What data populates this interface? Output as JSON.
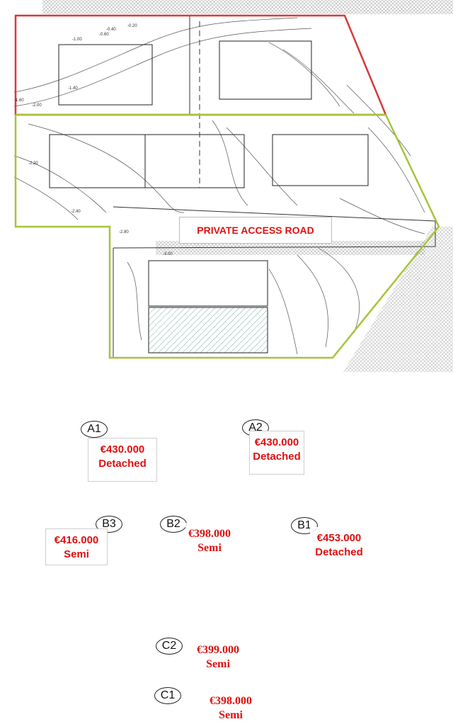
{
  "lots": [
    {
      "id": "A1",
      "price": "€430.000",
      "type": "Detached"
    },
    {
      "id": "A2",
      "price": "€430.000",
      "type": "Detached"
    },
    {
      "id": "B3",
      "price": "€416.000",
      "type": "Semi"
    },
    {
      "id": "B2",
      "price": "€398.000",
      "type": "Semi"
    },
    {
      "id": "B1",
      "price": "€453.000",
      "type": "Detached"
    },
    {
      "id": "C2",
      "price": "€399.000",
      "type": "Semi"
    },
    {
      "id": "C1",
      "price": "€398.000",
      "type": "Semi"
    }
  ],
  "road": {
    "label": "PRIVATE ACCESS ROAD"
  },
  "contour_labels": [
    "-0.20",
    "-0.40",
    "-0.60",
    "-1.00",
    "-1.40",
    "-1.60",
    "-2.00",
    "-2.20",
    "-2.40",
    "-2.80",
    "-3.00"
  ],
  "colors": {
    "price_text": "#e01010",
    "boundary_red": "#d9383a",
    "boundary_green": "#a6c43a",
    "line": "#333333"
  }
}
